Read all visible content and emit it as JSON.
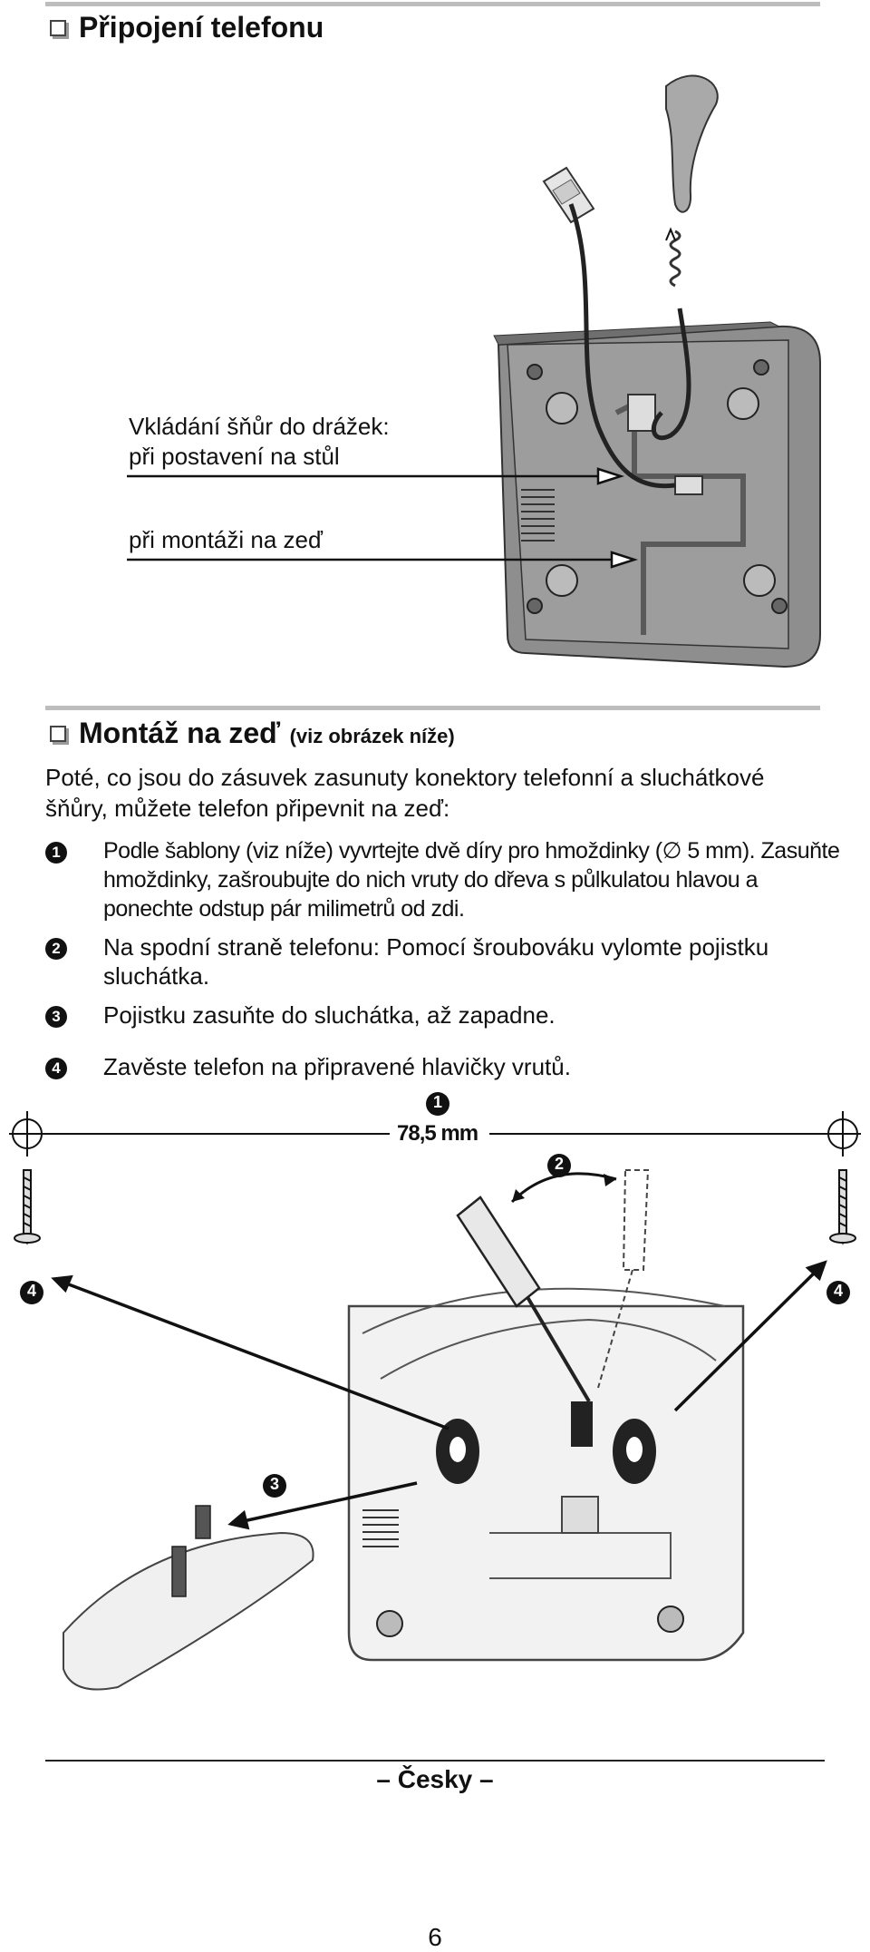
{
  "section1": {
    "title": "Připojení telefonu",
    "label_intro": "Vkládání šňůr do drážek:",
    "label_desk": "při postavení na stůl",
    "label_wall": "při montáži na zeď"
  },
  "section2": {
    "title": "Montáž na zeď",
    "subtitle": "(viz obrázek níže)",
    "intro": "Poté, co jsou do zásuvek zasunuty konektory telefonní a sluchátkové šňůry, můžete telefon připevnit na zeď:",
    "steps": [
      {
        "num": "1",
        "text": "Podle šablony (viz níže) vyvrtejte dvě díry pro hmoždinky (∅ 5 mm). Zasuňte hmoždinky, zašroubujte do nich vruty do dřeva s půlkulatou hlavou a ponechte odstup pár milimetrů od zdi."
      },
      {
        "num": "2",
        "text": "Na spodní straně telefonu: Pomocí šroubováku vylomte pojistku sluchátka."
      },
      {
        "num": "3",
        "text": "Pojistku zasuňte do sluchátka, až zapadne."
      },
      {
        "num": "4",
        "text": "Zavěste telefon na připravené hlavičky vrutů."
      }
    ]
  },
  "figure2": {
    "dimension": "78,5 mm",
    "marker_1": "1",
    "marker_2": "2",
    "marker_3": "3",
    "marker_4": "4"
  },
  "footer": {
    "language": "– Česky –",
    "page_number": "6"
  }
}
